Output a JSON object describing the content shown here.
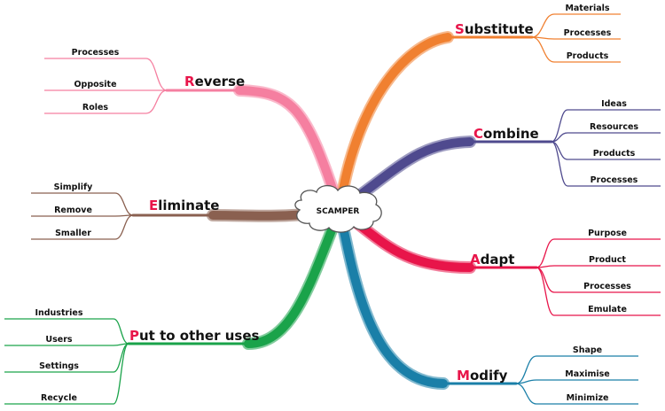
{
  "center": {
    "label": "SCAMPER"
  },
  "accent_color": "#e8154a",
  "branches": [
    {
      "id": "substitute",
      "initial": "S",
      "rest": "ubstitute",
      "color": "#f08030",
      "leaves": [
        "Materials",
        "Processes",
        "Products"
      ]
    },
    {
      "id": "combine",
      "initial": "C",
      "rest": "ombine",
      "color": "#4f4a8e",
      "leaves": [
        "Ideas",
        "Resources",
        "Products",
        "Processes"
      ]
    },
    {
      "id": "adapt",
      "initial": "A",
      "rest": "dapt",
      "color": "#e8154a",
      "leaves": [
        "Purpose",
        "Product",
        "Processes",
        "Emulate"
      ]
    },
    {
      "id": "modify",
      "initial": "M",
      "rest": "odify",
      "color": "#1a7fa8",
      "leaves": [
        "Shape",
        "Maximise",
        "Minimize"
      ]
    },
    {
      "id": "put",
      "initial": "P",
      "rest": "ut to other uses",
      "color": "#1aa34a",
      "leaves": [
        "Industries",
        "Users",
        "Settings",
        "Recycle"
      ]
    },
    {
      "id": "eliminate",
      "initial": "E",
      "rest": "liminate",
      "color": "#8a6050",
      "leaves": [
        "Simplify",
        "Remove",
        "Smaller"
      ]
    },
    {
      "id": "reverse",
      "initial": "R",
      "rest": "everse",
      "color": "#f57fa0",
      "leaves": [
        "Processes",
        "Opposite",
        "Roles"
      ]
    }
  ]
}
